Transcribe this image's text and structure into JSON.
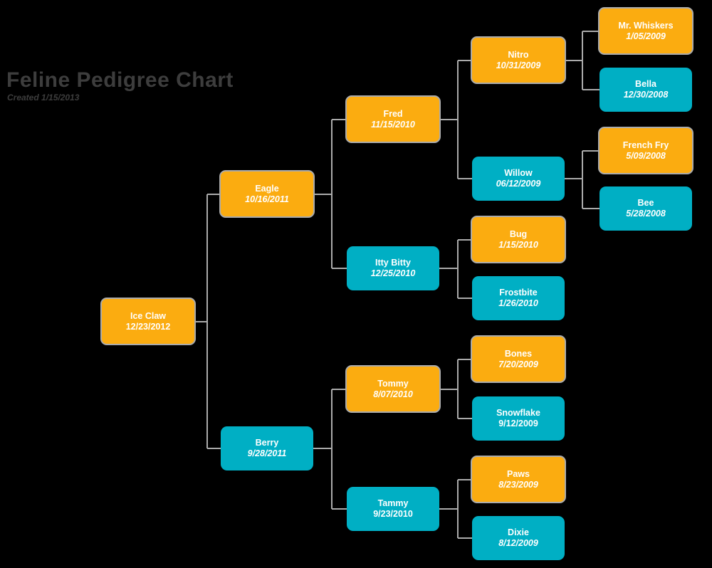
{
  "header": {
    "title": "Feline Pedigree Chart",
    "subtitle": "Created 1/15/2013"
  },
  "colors": {
    "background": "#000000",
    "orange_node": "#fbac10",
    "teal_node": "#00afc4",
    "node_border": "#ababab",
    "connector_line": "#ababab",
    "title_text": "#3d3d3d",
    "node_text": "#ffffff"
  },
  "nodes": {
    "ice_claw": {
      "name": "Ice Claw",
      "date": "12/23/2012",
      "color": "orange",
      "children": [
        "eagle",
        "berry"
      ]
    },
    "eagle": {
      "name": "Eagle",
      "date": "10/16/2011",
      "color": "orange",
      "children": [
        "fred",
        "itty_bitty"
      ]
    },
    "berry": {
      "name": "Berry",
      "date": "9/28/2011",
      "color": "teal",
      "children": [
        "tommy",
        "tammy"
      ]
    },
    "fred": {
      "name": "Fred",
      "date": "11/15/2010",
      "color": "orange",
      "children": [
        "nitro",
        "willow"
      ]
    },
    "itty_bitty": {
      "name": "Itty Bitty",
      "date": "12/25/2010",
      "color": "teal",
      "children": [
        "bug",
        "frostbite"
      ]
    },
    "tommy": {
      "name": "Tommy",
      "date": "8/07/2010",
      "color": "orange",
      "children": [
        "bones",
        "snowflake"
      ]
    },
    "tammy": {
      "name": "Tammy",
      "date": "9/23/2010",
      "color": "teal",
      "children": [
        "paws",
        "dixie"
      ]
    },
    "nitro": {
      "name": "Nitro",
      "date": "10/31/2009",
      "color": "orange",
      "children": [
        "mr_whiskers",
        "bella"
      ]
    },
    "willow": {
      "name": "Willow",
      "date": "06/12/2009",
      "color": "teal",
      "children": [
        "french_fry",
        "bee"
      ]
    },
    "bug": {
      "name": "Bug",
      "date": "1/15/2010",
      "color": "orange",
      "children": []
    },
    "frostbite": {
      "name": "Frostbite",
      "date": "1/26/2010",
      "color": "teal",
      "children": []
    },
    "bones": {
      "name": "Bones",
      "date": "7/20/2009",
      "color": "orange",
      "children": []
    },
    "snowflake": {
      "name": "Snowflake",
      "date": "9/12/2009",
      "color": "teal",
      "children": []
    },
    "paws": {
      "name": "Paws",
      "date": "8/23/2009",
      "color": "orange",
      "children": []
    },
    "dixie": {
      "name": "Dixie",
      "date": "8/12/2009",
      "color": "teal",
      "children": []
    },
    "mr_whiskers": {
      "name": "Mr. Whiskers",
      "date": "1/05/2009",
      "color": "orange",
      "children": []
    },
    "bella": {
      "name": "Bella",
      "date": "12/30/2008",
      "color": "teal",
      "children": []
    },
    "french_fry": {
      "name": "French Fry",
      "date": "5/09/2008",
      "color": "orange",
      "children": []
    },
    "bee": {
      "name": "Bee",
      "date": "5/28/2008",
      "color": "teal",
      "children": []
    }
  }
}
